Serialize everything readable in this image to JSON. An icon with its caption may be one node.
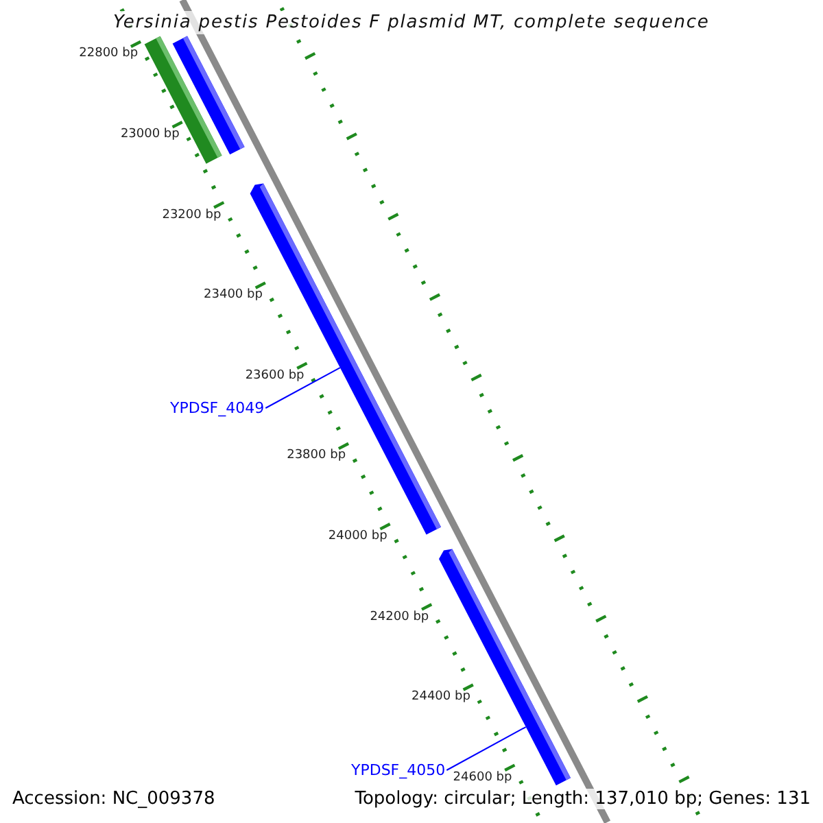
{
  "diagram": {
    "title": "Yersinia pestis Pestoides F plasmid MT, complete sequence",
    "nodes": [
      {
        "text": [],
        "shape": "bar"
      },
      {
        "text": [],
        "shape": "bar"
      },
      {
        "text": [],
        "shape": "bar"
      },
      {
        "text": [
          "YPDSF_4049"
        ]
      },
      {
        "text": [],
        "shape": "bar"
      },
      {
        "text": [
          "YPDSF_4050"
        ]
      }
    ],
    "edges": [
      {
        "from": 3,
        "to": 2,
        "arrow": "none"
      },
      {
        "from": 5,
        "to": 4,
        "arrow": "none"
      }
    ],
    "labels": [
      "22800 bp",
      "23000 bp",
      "23200 bp",
      "23400 bp",
      "23600 bp",
      "23800 bp",
      "24000 bp",
      "24200 bp",
      "24400 bp",
      "24600 bp",
      "Accession: NC_009378",
      "Topology: circular; Length: 137,010 bp; Genes: 131"
    ]
  }
}
